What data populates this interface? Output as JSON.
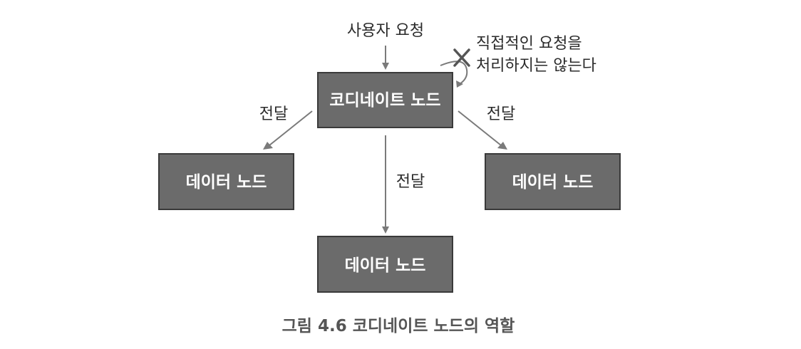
{
  "labels": {
    "user_request": "사용자 요청",
    "no_direct_line1": "직접적인 요청을",
    "no_direct_line2": "처리하지는 않는다",
    "forward_left": "전달",
    "forward_right": "전달",
    "forward_center": "전달"
  },
  "nodes": {
    "coordinating": "코디네이트 노드",
    "data_left": "데이터 노드",
    "data_right": "데이터 노드",
    "data_bottom": "데이터 노드"
  },
  "caption": "그림 4.6 코디네이트 노드의 역할",
  "icons": {
    "rejected_mark": "cross-icon"
  },
  "colors": {
    "node_fill": "#6b6b6b",
    "node_border": "#3a3a3a",
    "arrow": "#7a7a7a",
    "caption": "#555555"
  }
}
